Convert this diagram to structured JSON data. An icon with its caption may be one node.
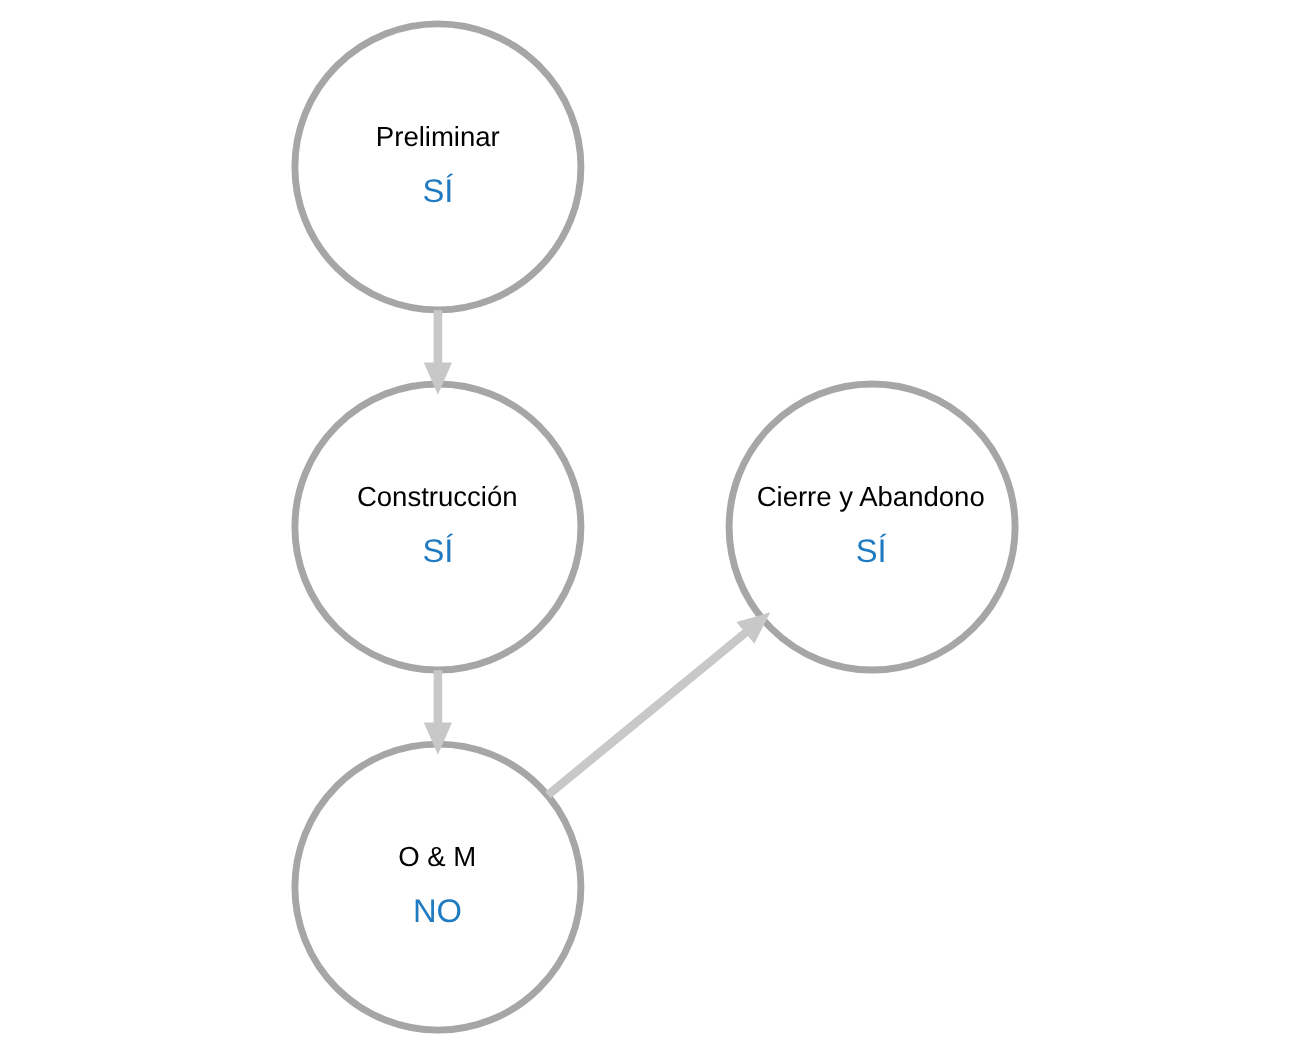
{
  "diagram": {
    "nodes": [
      {
        "text": [
          "Preliminar",
          "SÍ"
        ]
      },
      {
        "text": [
          "Construcción",
          "SÍ"
        ]
      },
      {
        "text": [
          "O & M",
          "NO"
        ]
      },
      {
        "text": [
          "Cierre y Abandono",
          "SÍ"
        ]
      }
    ],
    "edges": [
      {
        "from": 0,
        "to": 1,
        "arrow": "to"
      },
      {
        "from": 1,
        "to": 2,
        "arrow": "to"
      },
      {
        "from": 2,
        "to": 3,
        "arrow": "to"
      }
    ]
  }
}
